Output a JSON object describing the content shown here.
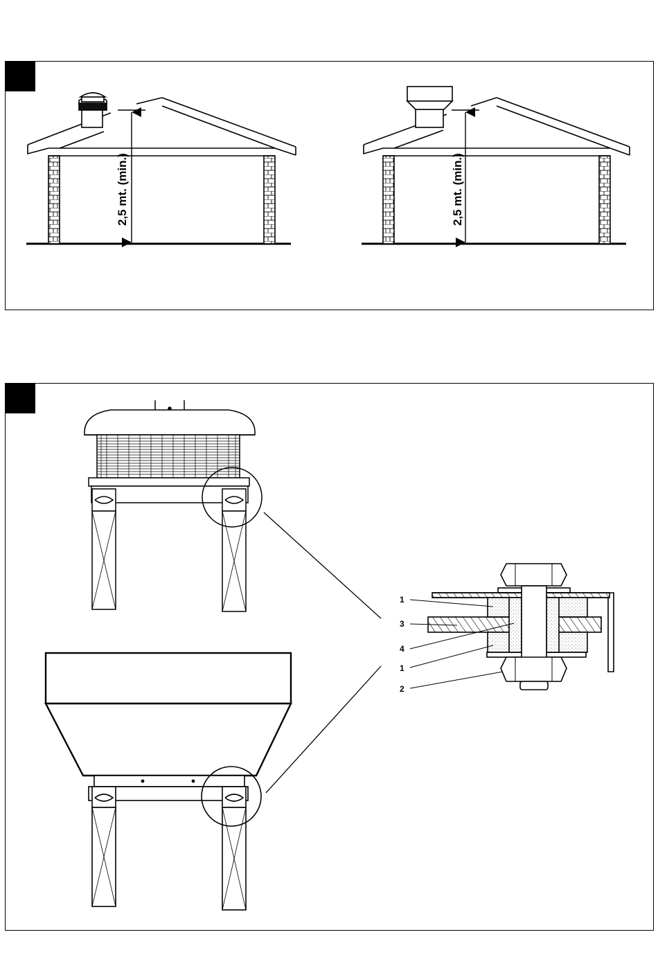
{
  "figure_top": {
    "left_house": {
      "height_label": "2,5 mt. (min.)"
    },
    "right_house": {
      "height_label": "2,5 mt. (min.)"
    }
  },
  "figure_bottom": {
    "callouts": [
      {
        "number": "1"
      },
      {
        "number": "3"
      },
      {
        "number": "4"
      },
      {
        "number": "1"
      },
      {
        "number": "2"
      }
    ]
  }
}
